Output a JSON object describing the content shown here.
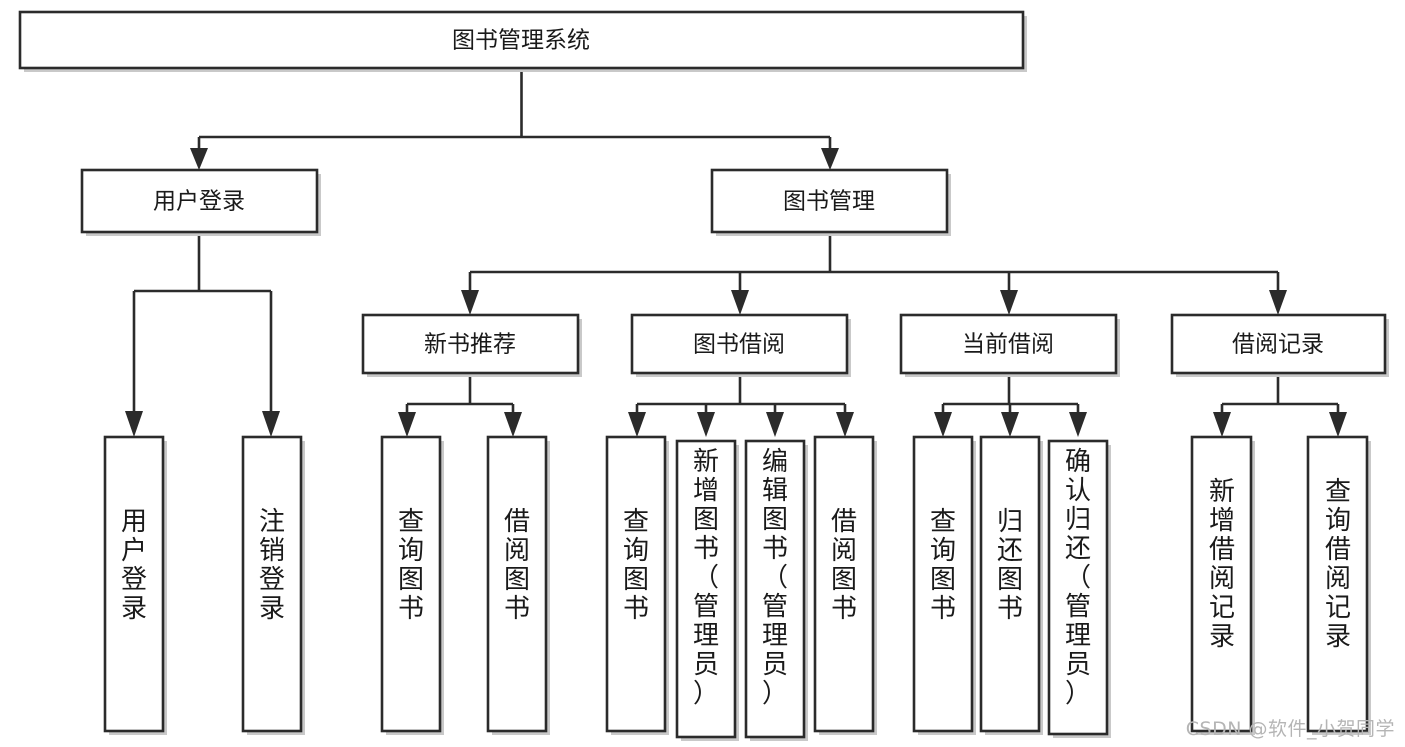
{
  "diagram": {
    "title": "图书管理系统",
    "watermark": "CSDN @软件_小贺同学",
    "colors": {
      "stroke": "#2b2b2b",
      "fill": "#ffffff",
      "text": "#1a1a1a",
      "shadow": "#c9c9c9",
      "watermark": "#b5b5b5"
    },
    "root": {
      "label": "图书管理系统"
    },
    "level1": [
      {
        "label": "用户登录"
      },
      {
        "label": "图书管理"
      }
    ],
    "level2": [
      {
        "label": "新书推荐"
      },
      {
        "label": "图书借阅"
      },
      {
        "label": "当前借阅"
      },
      {
        "label": "借阅记录"
      }
    ],
    "leaves": {
      "user_login": [
        {
          "label": "用户登录"
        },
        {
          "label": "注销登录"
        }
      ],
      "new_book_recommend": [
        {
          "label": "查询图书"
        },
        {
          "label": "借阅图书"
        }
      ],
      "book_borrow": [
        {
          "label": "查询图书"
        },
        {
          "label": "新增图书（管理员）"
        },
        {
          "label": "编辑图书（管理员）"
        },
        {
          "label": "借阅图书"
        }
      ],
      "current_borrow": [
        {
          "label": "查询图书"
        },
        {
          "label": "归还图书"
        },
        {
          "label": "确认归还（管理员）"
        }
      ],
      "borrow_record": [
        {
          "label": "新增借阅记录"
        },
        {
          "label": "查询借阅记录"
        }
      ]
    }
  }
}
